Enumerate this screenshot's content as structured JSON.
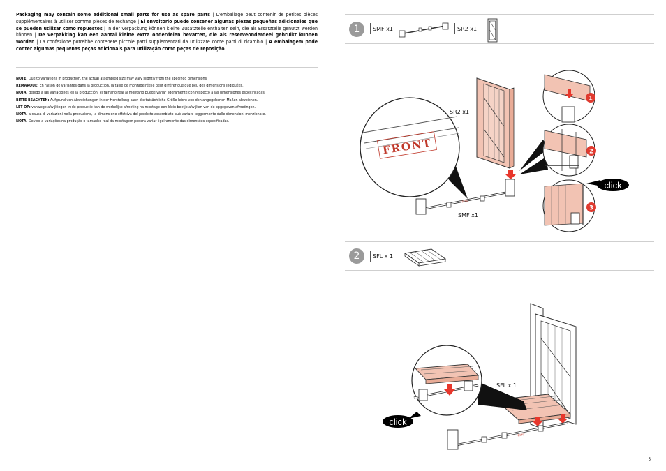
{
  "intro": {
    "seg1": "Packaging may contain some additional small parts for use as spare parts",
    "seg2": " | L'emballage peut contenir de petites pièces supplémentaires à utiliser comme pièces de rechange | ",
    "seg3": "El envoltorio puede contener algunas piezas pequeñas adicionales que se pueden utilizar como repuestos",
    "seg4": " | In der Verpackung können kleine Zusatzteile enthalten sein, die als Ersatzteile genutzt werden können | ",
    "seg5": "De verpakking kan een aantal kleine extra onderdelen bevatten, die als reserveonderdeel gebruikt kunnen worden",
    "seg6": " | La confezione potrebbe contenere piccole parti supplementari da utilizzare come parti di ricambio | ",
    "seg7": "A embalagem pode conter algumas pequenas peças adicionais para utilização como peças de reposição"
  },
  "notes": [
    {
      "label": "NOTE:",
      "text": " Due to variations in production, the actual assembled size may vary slightly from the specified dimensions."
    },
    {
      "label": "REMARQUE:",
      "text": " En raison de variantes dans la production, la taille de montage réelle peut différer quelque peu des dimensions indiquées."
    },
    {
      "label": "NOTA:",
      "text": " debido a las variaciones en la producción, el tamaño real al montarlo puede variar ligeramente con respecto a las dimensiones especificadas."
    },
    {
      "label": "BITTE BEACHTEN:",
      "text": " Aufgrund von Abweichungen in der Herstellung kann die tatsächliche Größe leicht von den angegebenen Maßen abweichen."
    },
    {
      "label": "LET OP:",
      "text": " vanwege afwijkingen in de productie kan de werkelijke afmeting na montage een klein beetje afwijken van de opgegeven afmetingen."
    },
    {
      "label": "NOTA:",
      "text": " a causa di variazioni nella produzione, la dimensione effettiva del prodotto assemblato può variare leggermente dalle dimensioni menzionate."
    },
    {
      "label": "NOTA:",
      "text": " Devido a variações na produção o tamanho real da montagem poderá variar ligeiramente das dimensões especificadas."
    }
  ],
  "step1": {
    "number": "1",
    "parts": [
      "SMF x1",
      "SR2 x1"
    ],
    "callout_sr2": "SR2 x1",
    "callout_smf": "SMF x1",
    "magnifier_text": "FRONT",
    "detail_badges": [
      "1",
      "2",
      "3"
    ],
    "click_label": "click"
  },
  "step2": {
    "number": "2",
    "parts": [
      "SFL x 1"
    ],
    "callout_sfl": "SFL x 1",
    "click_label": "click"
  },
  "page_number": "5",
  "colors": {
    "part_highlight": "#f2c3b3",
    "arrow_red": "#e8372c",
    "badge_red": "#e03a2f",
    "rule": "#cfcfcf"
  }
}
